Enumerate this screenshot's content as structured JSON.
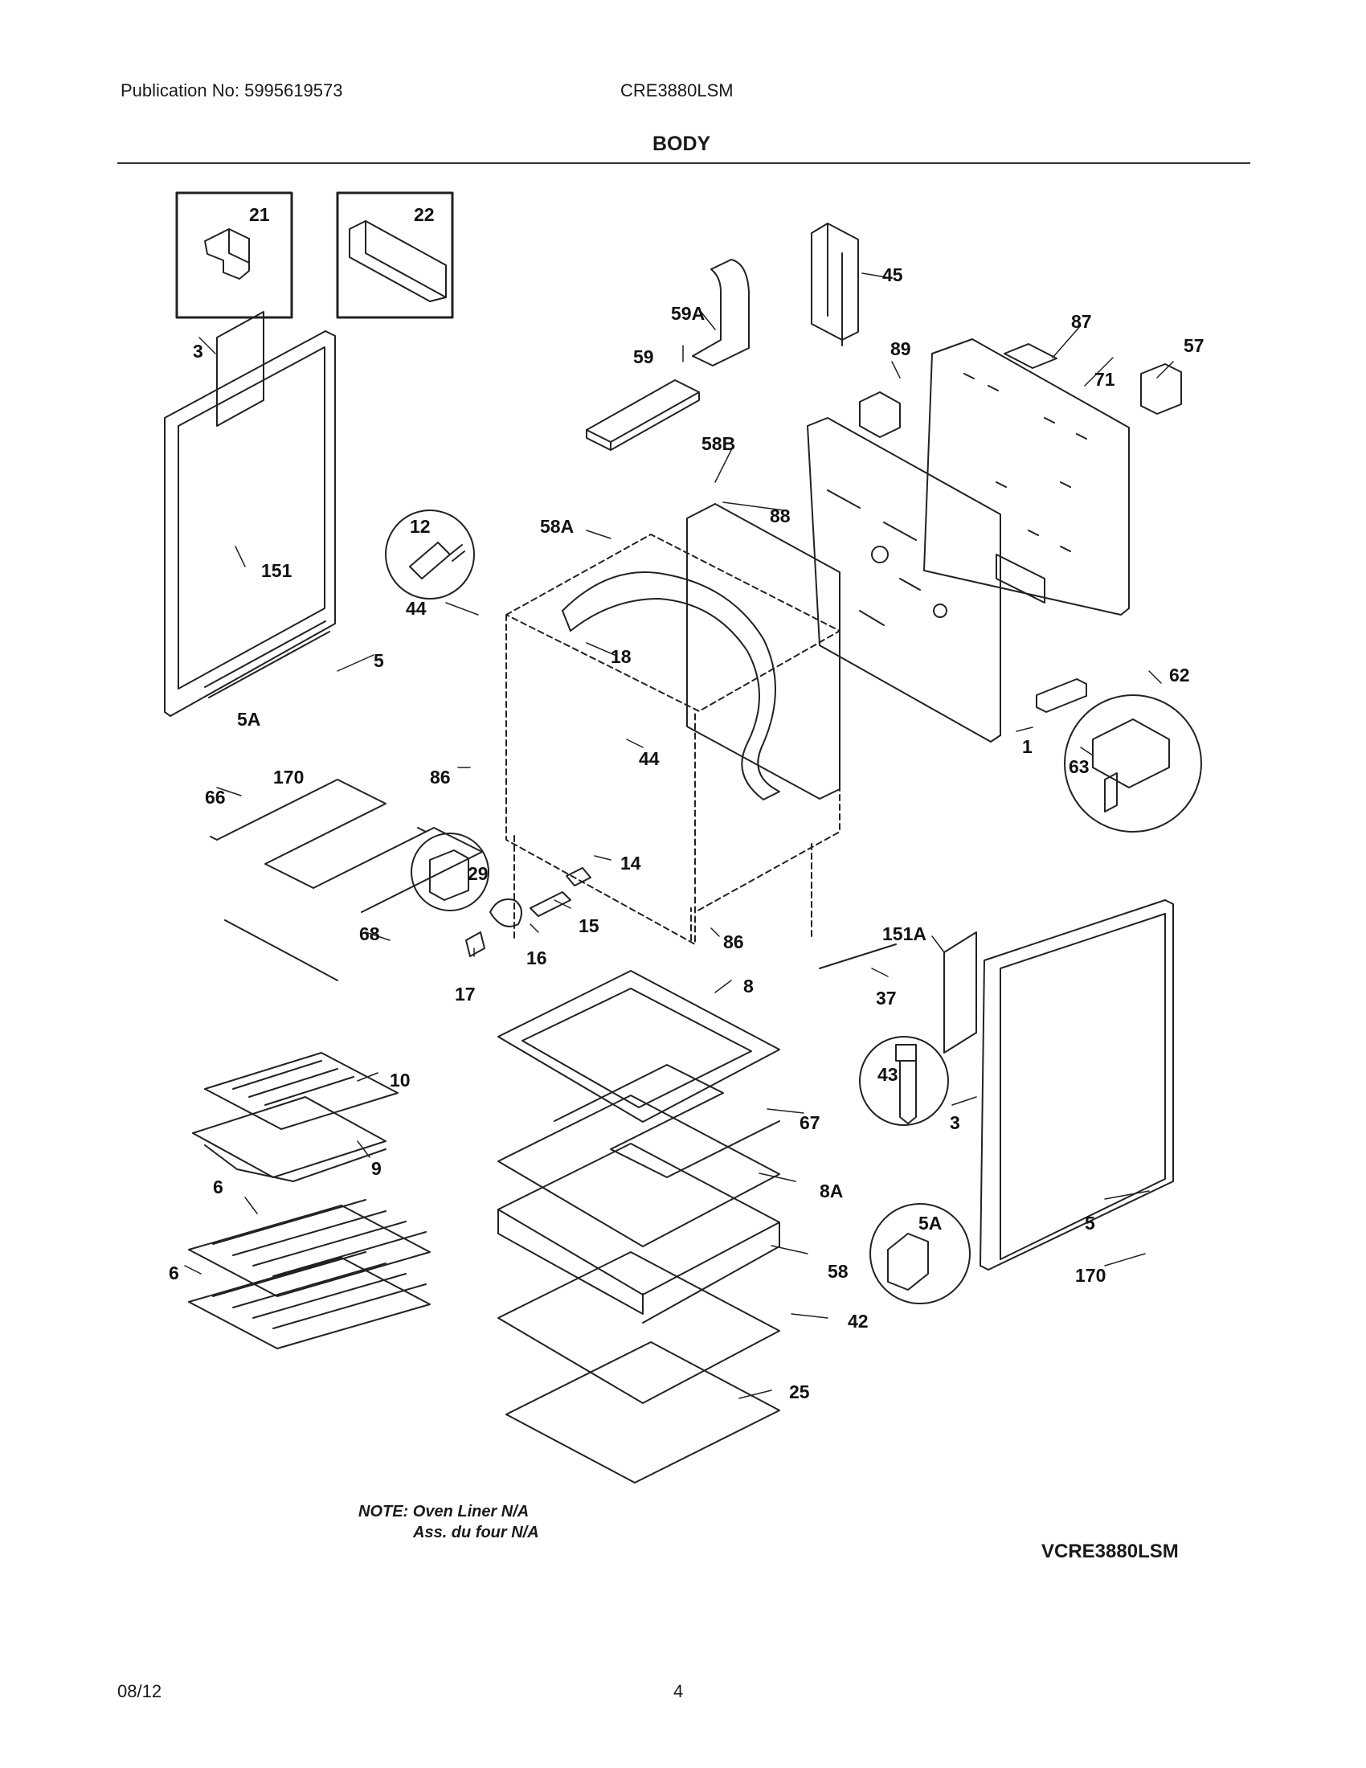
{
  "header": {
    "publication": "Publication No: 5995619573",
    "model": "CRE3880LSM",
    "section": "BODY"
  },
  "callouts": {
    "c21": "21",
    "c22": "22",
    "c3": "3",
    "c151": "151",
    "c5": "5",
    "c5a": "5A",
    "c170": "170",
    "c45": "45",
    "c59a": "59A",
    "c59": "59",
    "c89": "89",
    "c87": "87",
    "c57": "57",
    "c71": "71",
    "c58b": "58B",
    "c88": "88",
    "c58a": "58A",
    "c12": "12",
    "c44": "44",
    "c18": "18",
    "c62": "62",
    "c63": "63",
    "c1": "1",
    "c86": "86",
    "c44b": "44",
    "c66": "66",
    "c29": "29",
    "c14": "14",
    "c15": "15",
    "c16": "16",
    "c17": "17",
    "c68": "68",
    "c86b": "86",
    "c151a": "151A",
    "c37": "37",
    "c8": "8",
    "c43": "43",
    "c10": "10",
    "c9": "9",
    "c67": "67",
    "c3b": "3",
    "c8a": "8A",
    "c6a": "6",
    "c6b": "6",
    "c58": "58",
    "c5b": "5",
    "c5ab": "5A",
    "c170b": "170",
    "c42": "42",
    "c25": "25"
  },
  "note": {
    "line1": "NOTE: Oven Liner N/A",
    "line2": "Ass. du four N/A"
  },
  "diagram_code": "VCRE3880LSM",
  "footer": {
    "date": "08/12",
    "page": "4"
  }
}
